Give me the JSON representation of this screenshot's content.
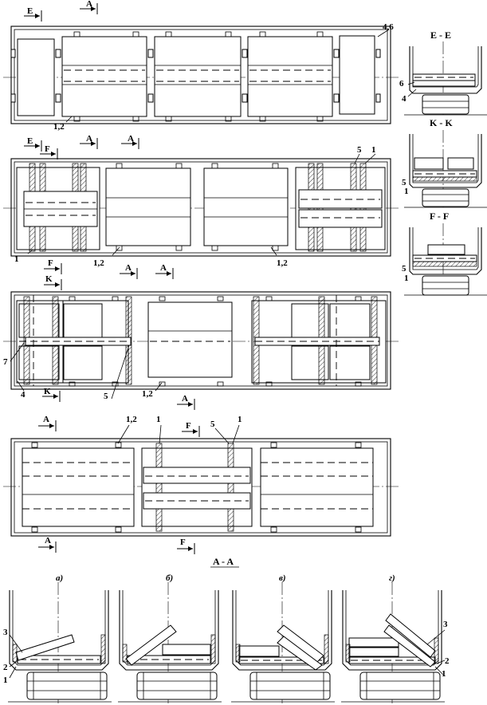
{
  "section_markers": {
    "E": "E",
    "F": "F",
    "K": "K",
    "A": "A"
  },
  "callouts": {
    "c_46": "4,6",
    "c_12": "1,2",
    "c_1": "1",
    "c_2": "2",
    "c_3": "3",
    "c_4": "4",
    "c_5": "5",
    "c_6": "6",
    "c_7": "7"
  },
  "section_titles": {
    "ee": "E - E",
    "kk": "K - K",
    "ff": "F - F",
    "aa": "A - A"
  },
  "variants": [
    "а)",
    "б)",
    "в)",
    "г)"
  ]
}
